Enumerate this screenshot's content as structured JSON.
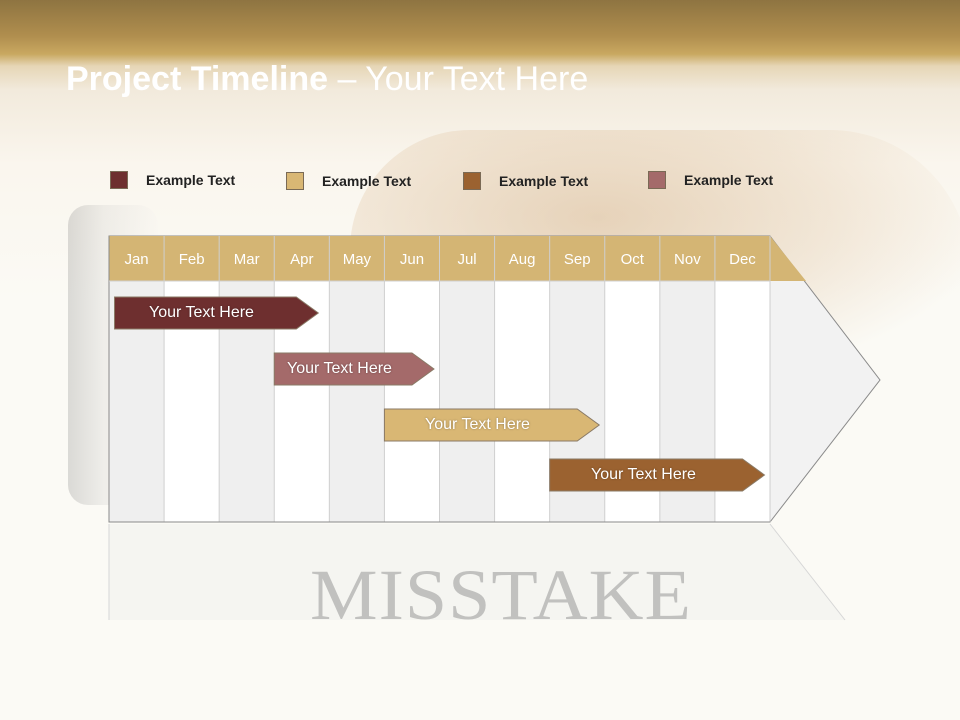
{
  "title": {
    "bold": "Project Timeline",
    "rest": " – Your Text Here"
  },
  "legend": [
    {
      "label": "Example Text",
      "color": "#6e2f2f"
    },
    {
      "label": "Example Text",
      "color": "#d9b774"
    },
    {
      "label": "Example Text",
      "color": "#9b6230"
    },
    {
      "label": "Example Text",
      "color": "#a46a6a"
    }
  ],
  "months": [
    "Jan",
    "Feb",
    "Mar",
    "Apr",
    "May",
    "Jun",
    "Jul",
    "Aug",
    "Sep",
    "Oct",
    "Nov",
    "Dec"
  ],
  "bars": [
    {
      "label": "Your  Text Here",
      "color": "#6e2f2f",
      "start_month": 0.1,
      "end_month": 3.8
    },
    {
      "label": "Your  Text Here",
      "color": "#a46a6a",
      "start_month": 3.0,
      "end_month": 5.9
    },
    {
      "label": "Your  Text Here",
      "color": "#d9b774",
      "start_month": 5.0,
      "end_month": 8.9
    },
    {
      "label": "Your  Text Here",
      "color": "#9b6230",
      "start_month": 8.0,
      "end_month": 11.9
    }
  ],
  "background_word": "MISSTAKE",
  "colors": {
    "header_fill": "#d4b574",
    "grid_line": "#cfcfcf",
    "stripe": "#efefef",
    "arrow_fill": "#f2f2f2"
  }
}
